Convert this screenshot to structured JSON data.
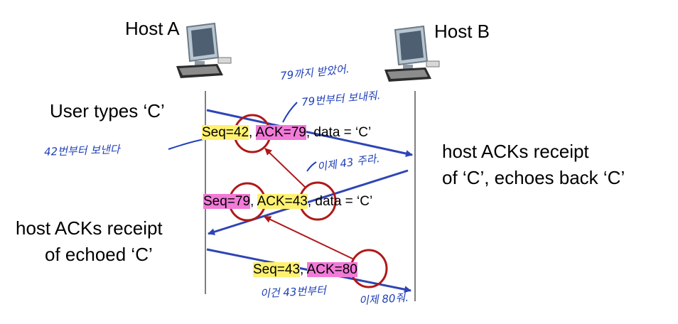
{
  "hosts": {
    "a": "Host A",
    "b": "Host B"
  },
  "events": {
    "user_types": "User types ‘C’",
    "ack_receipt_line1": "host ACKs receipt",
    "ack_receipt_line2": "of ‘C’, echoes back ‘C’",
    "ack_echo_line1": "host ACKs receipt",
    "ack_echo_line2": "of echoed ‘C’"
  },
  "segments": [
    {
      "seq": "Seq=42",
      "ack": "ACK=79",
      "data": ", data = ‘C’"
    },
    {
      "seq": "Seq=79",
      "ack": "ACK=43",
      "data": ", data = ‘C’"
    },
    {
      "seq": "Seq=43",
      "ack": "ACK=80",
      "data": ""
    }
  ],
  "annotations": {
    "top1": "79까지 받았어.",
    "top2": "79번부터 보내줘.",
    "left": "42번부터 보낸다",
    "mid": "이제 43 주라.",
    "bottom_left": "이건 43번부터",
    "bottom_right": "이제 80줘."
  },
  "colors": {
    "seq_highlight": "#fff170",
    "ack_highlight": "#f27ad8",
    "arrow": "#2f45b5",
    "circle": "#b01818",
    "annotation": "#1f3fb8"
  }
}
